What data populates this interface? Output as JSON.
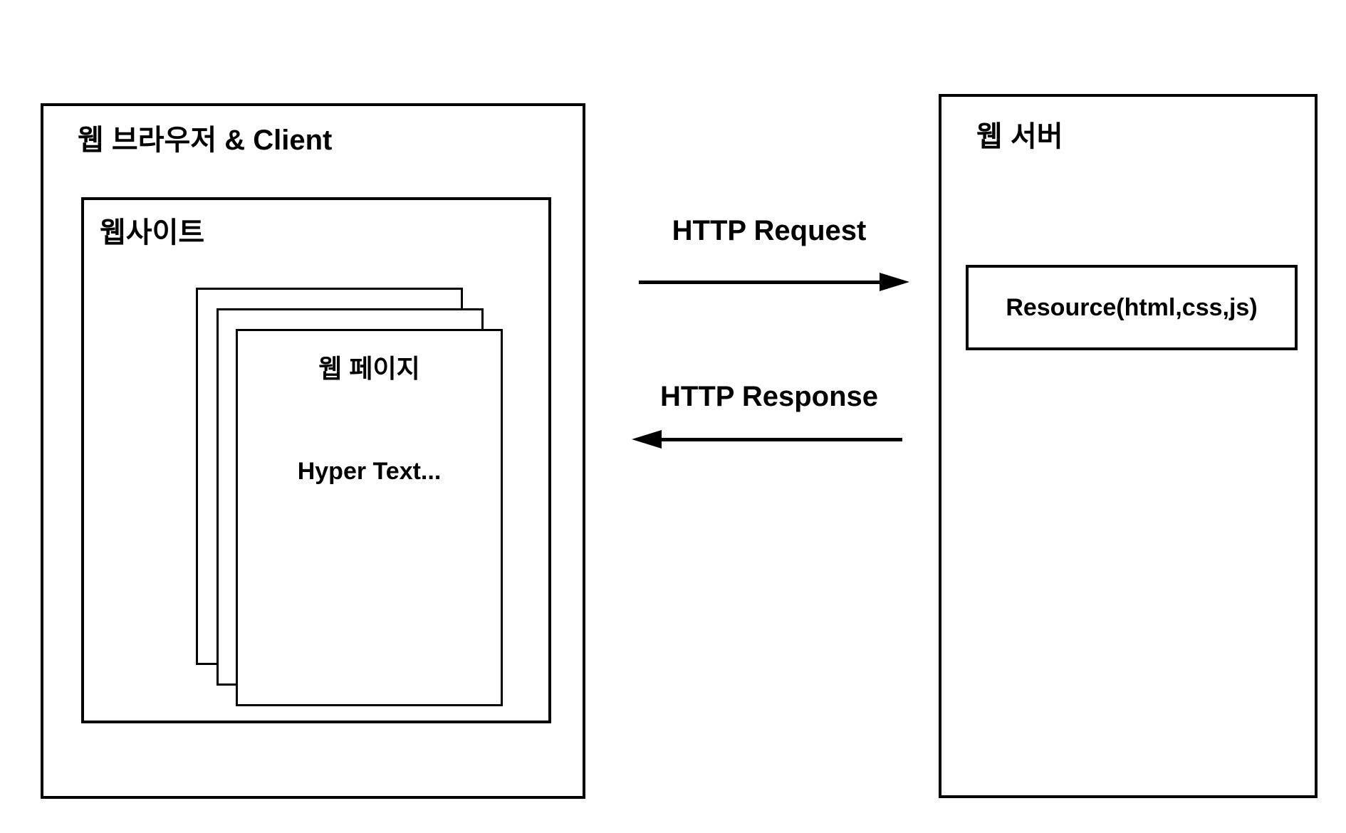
{
  "canvas": {
    "background": "#ffffff",
    "line_color": "#000000",
    "text_color": "#000000"
  },
  "client": {
    "title": "웹 브라우저 & Client",
    "website": {
      "title": "웹사이트",
      "page": {
        "title": "웹 페이지",
        "body": "Hyper Text..."
      }
    }
  },
  "flows": {
    "request": {
      "label": "HTTP Request",
      "direction": "client-to-server"
    },
    "response": {
      "label": "HTTP Response",
      "direction": "server-to-client"
    }
  },
  "server": {
    "title": "웹 서버",
    "resource_label": "Resource(html,css,js)"
  }
}
